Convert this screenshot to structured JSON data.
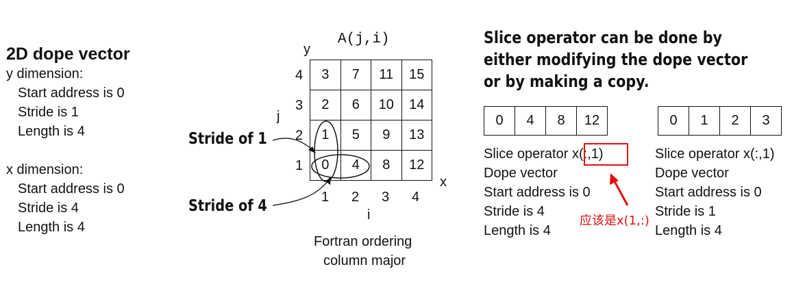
{
  "left_panel": {
    "title": "2D dope vector",
    "y_header": "y dimension:",
    "y_start": "Start address is 0",
    "y_stride": "Stride is 1",
    "y_length": "Length is 4",
    "x_header": "x dimension:",
    "x_start": "Start address is 0",
    "x_stride": "Stride is 4",
    "x_length": "Length is 4"
  },
  "array": {
    "label": "A(j,i)",
    "y_label": "y",
    "x_label": "x",
    "j_label": "j",
    "i_label": "i",
    "row_labels": [
      "4",
      "3",
      "2",
      "1"
    ],
    "col_labels": [
      "1",
      "2",
      "3",
      "4"
    ],
    "cells": [
      [
        "3",
        "7",
        "11",
        "15"
      ],
      [
        "2",
        "6",
        "10",
        "14"
      ],
      [
        "1",
        "5",
        "9",
        "13"
      ],
      [
        "0",
        "4",
        "8",
        "12"
      ]
    ],
    "stride1_label": "Stride of 1",
    "stride4_label": "Stride of 4",
    "caption_line1": "Fortran ordering",
    "caption_line2": "column major"
  },
  "right_panel": {
    "title_line1": "Slice operator can be done by",
    "title_line2": "either modifying the dope vector",
    "title_line3": "or by making a copy."
  },
  "view_a": {
    "vector": [
      "0",
      "4",
      "8",
      "12"
    ],
    "slice_prefix": "Slice operator ",
    "slice_expr": "x(:,1)",
    "dope": "Dope vector",
    "start": "Start address is 0",
    "stride": "Stride is 4",
    "length": "Length is 4"
  },
  "view_b": {
    "vector": [
      "0",
      "1",
      "2",
      "3"
    ],
    "slice_text": "Slice operator x(:,1)",
    "dope": "Dope vector",
    "start": "Start address is 0",
    "stride": "Stride is 1",
    "length": "Length is 4"
  },
  "annotation": {
    "note": "应该是x(1,:)",
    "color": "#e01010"
  }
}
